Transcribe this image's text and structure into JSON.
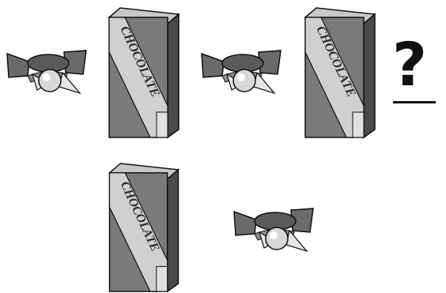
{
  "sequence": {
    "items": [
      {
        "kind": "candy"
      },
      {
        "kind": "chocolate-box",
        "label": "CHOCOLATE"
      },
      {
        "kind": "candy"
      },
      {
        "kind": "chocolate-box",
        "label": "CHOCOLATE"
      }
    ],
    "question_mark": "?"
  },
  "options": [
    {
      "kind": "chocolate-box",
      "label": "CHOCOLATE"
    },
    {
      "kind": "candy"
    }
  ],
  "colors": {
    "box_dark": "#4a4a4a",
    "box_mid": "#7a7a7a",
    "box_light": "#c8c8c8",
    "candy_dark": "#6a6a6a",
    "candy_light": "#d8d8d8"
  }
}
